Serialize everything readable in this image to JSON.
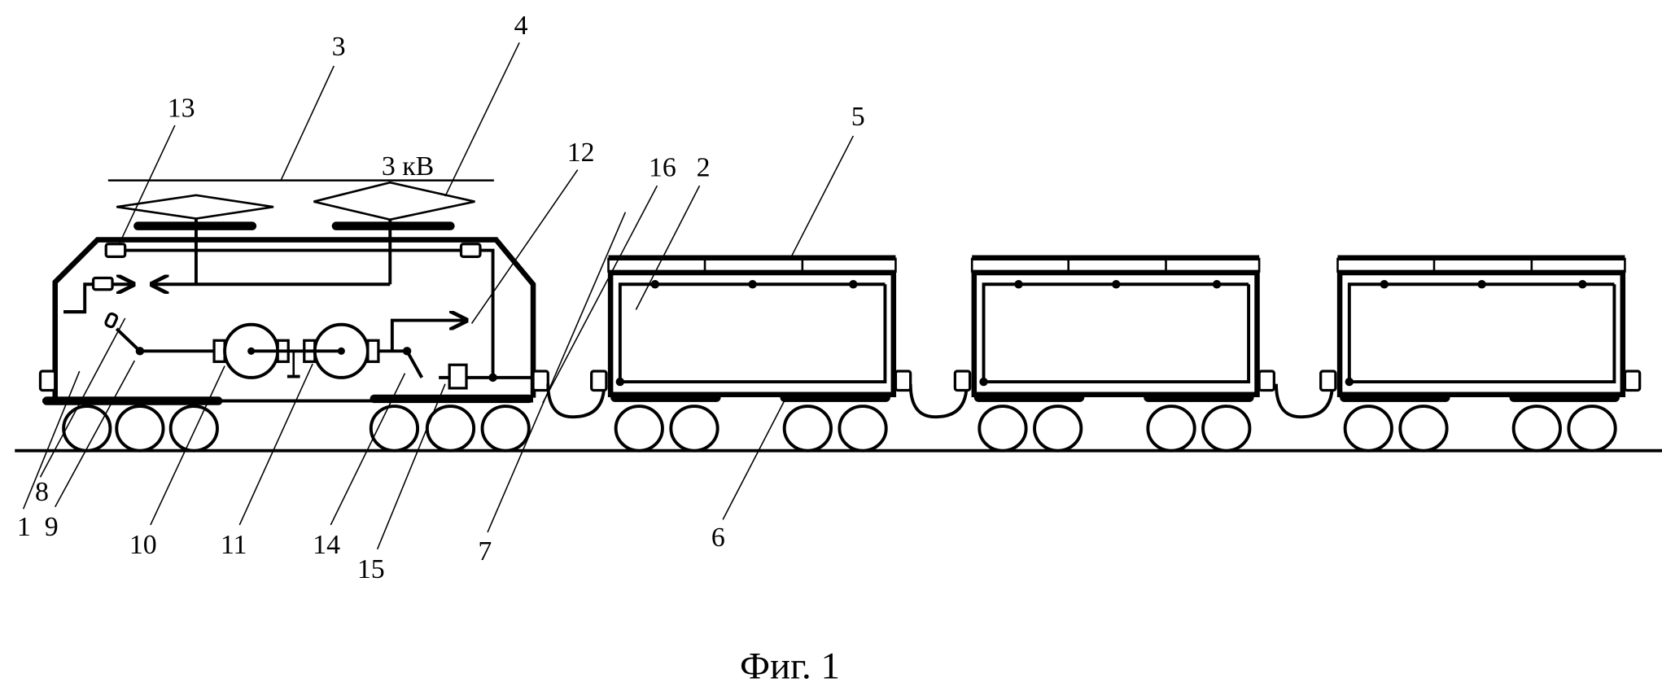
{
  "figure": {
    "caption": "Фиг. 1",
    "voltage_label": "3 кВ",
    "callouts": {
      "n1": "1",
      "n2": "2",
      "n3": "3",
      "n4": "4",
      "n5": "5",
      "n6": "6",
      "n7": "7",
      "n8": "8",
      "n9": "9",
      "n10": "10",
      "n11": "11",
      "n12": "12",
      "n13": "13",
      "n14": "14",
      "n15": "15",
      "n16": "16"
    },
    "wagon_count": 3
  }
}
